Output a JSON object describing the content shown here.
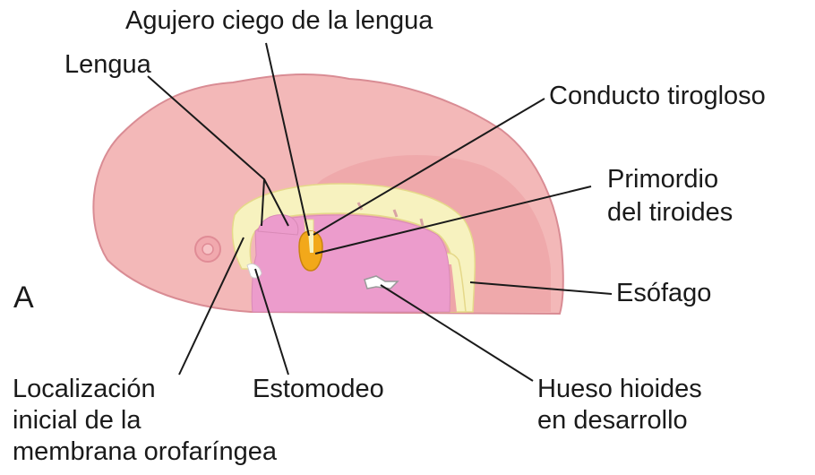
{
  "panel_letter": "A",
  "labels": {
    "foramen_caecum": "Agujero ciego de la lengua",
    "tongue": "Lengua",
    "thyroglossal_duct": "Conducto tirogloso",
    "thyroid_primordium": [
      "Primordio",
      "del tiroides"
    ],
    "esophagus": "Esófago",
    "membrane_location": [
      "Localización",
      "inicial de la",
      "membrana orofaríngea"
    ],
    "stomodeum": "Estomodeo",
    "hyoid_bone": [
      "Hueso hioides",
      "en desarrollo"
    ]
  },
  "colors": {
    "embryo_outer": "#f3b8b8",
    "embryo_inner": "#eea5a8",
    "embryo_outline": "#d98c94",
    "endoderm_layer": "#f7f2bf",
    "pharynx_lumen": "#ec9ccc",
    "thyroid_primordium": "#f2a81a",
    "hyoid_bone": "#ffffff",
    "leader_line": "#1a1a1a"
  }
}
